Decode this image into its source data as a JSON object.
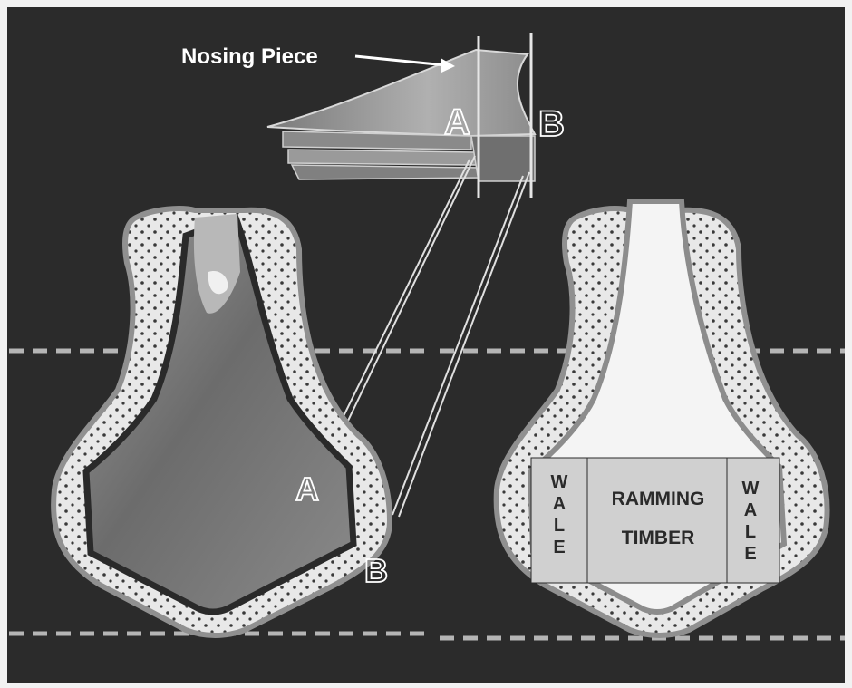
{
  "labels": {
    "nosing_piece": "Nosing Piece",
    "a_top": "A",
    "b_top": "B",
    "a_left": "A",
    "b_left": "B",
    "wale_left": [
      "W",
      "A",
      "L",
      "E"
    ],
    "wale_right": [
      "W",
      "A",
      "L",
      "E"
    ],
    "ramming": "RAMMING",
    "timber": "TIMBER"
  },
  "colors": {
    "background": "#2b2b2b",
    "frame": "#f2f2f2",
    "hull_fill": "#e6e6e6",
    "hull_outline": "#8c8c8c",
    "dots": "#3a3a3a",
    "dashed_lines": "#b5b5b5",
    "ram_metal": "#7d7d7d",
    "label_text": "#ffffff",
    "box_fill": "#d0d0d0",
    "box_text": "#2a2a2a"
  }
}
